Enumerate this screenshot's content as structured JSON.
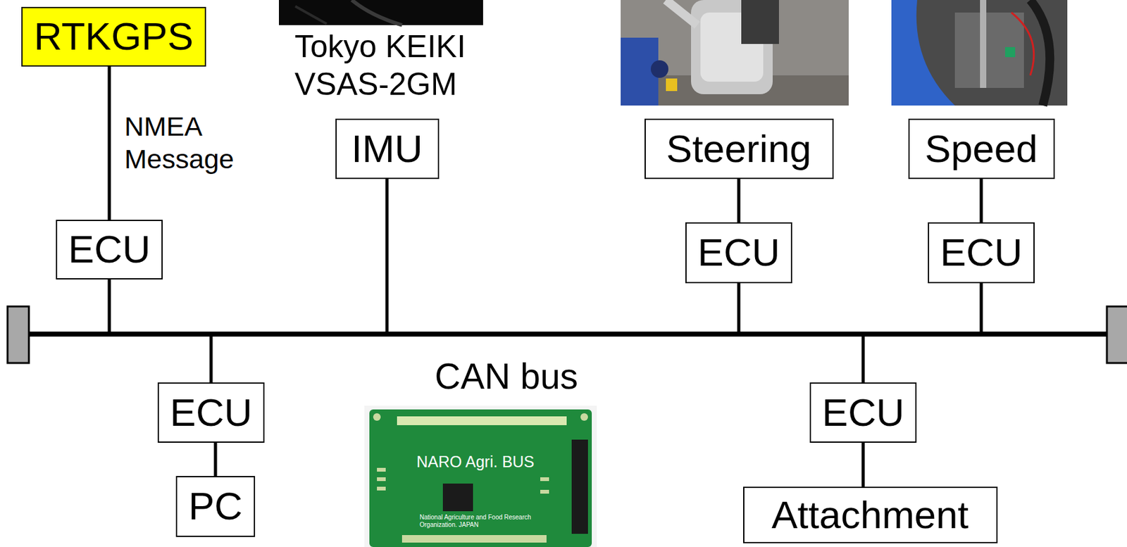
{
  "diagram": {
    "nodes": [
      {
        "text": [
          "RTKGPS"
        ]
      },
      {
        "text": [
          "IMU"
        ]
      },
      {
        "text": [
          "Steering"
        ]
      },
      {
        "text": [
          "Speed"
        ]
      },
      {
        "text": [
          "ECU"
        ]
      },
      {
        "text": [
          "ECU"
        ]
      },
      {
        "text": [
          "ECU"
        ]
      },
      {
        "text": [
          "CAN bus"
        ]
      },
      {
        "text": [
          "ECU"
        ]
      },
      {
        "text": [
          "PC"
        ]
      },
      {
        "text": [
          "ECU"
        ]
      },
      {
        "text": [
          "Attachment"
        ]
      }
    ],
    "edges": [
      {
        "from": 0,
        "to": 4,
        "arrow": "none",
        "label": "NMEA Message"
      },
      {
        "from": 4,
        "to": 7,
        "arrow": "none"
      },
      {
        "from": 1,
        "to": 7,
        "arrow": "none"
      },
      {
        "from": 2,
        "to": 5,
        "arrow": "none"
      },
      {
        "from": 5,
        "to": 7,
        "arrow": "none"
      },
      {
        "from": 3,
        "to": 6,
        "arrow": "none"
      },
      {
        "from": 6,
        "to": 7,
        "arrow": "none"
      },
      {
        "from": 7,
        "to": 8,
        "arrow": "none"
      },
      {
        "from": 8,
        "to": 9,
        "arrow": "none"
      },
      {
        "from": 7,
        "to": 10,
        "arrow": "none"
      },
      {
        "from": 10,
        "to": 11,
        "arrow": "none"
      }
    ],
    "labels": [
      "Tokyo KEIKI VSAS-2GM",
      "NARO Agri. BUS",
      "National Agriculture and Food Research Organization. JAPAN"
    ]
  }
}
